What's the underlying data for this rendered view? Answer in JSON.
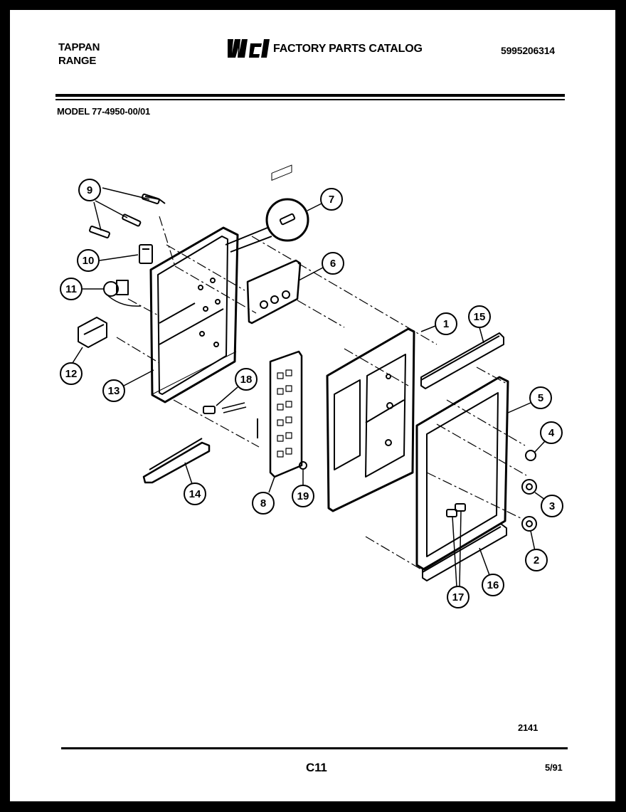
{
  "header": {
    "brand_line1": "TAPPAN",
    "brand_line2": "RANGE",
    "logo_text": "WCI",
    "catalog_title": "FACTORY PARTS CATALOG",
    "catalog_number": "5995206314",
    "model": "MODEL 77-4950-00/01"
  },
  "diagram": {
    "callouts": [
      "1",
      "2",
      "3",
      "4",
      "5",
      "6",
      "7",
      "8",
      "9",
      "10",
      "11",
      "12",
      "13",
      "14",
      "15",
      "16",
      "17",
      "18",
      "19"
    ]
  },
  "footer": {
    "diagram_number": "2141",
    "page": "C11",
    "date": "5/91"
  }
}
